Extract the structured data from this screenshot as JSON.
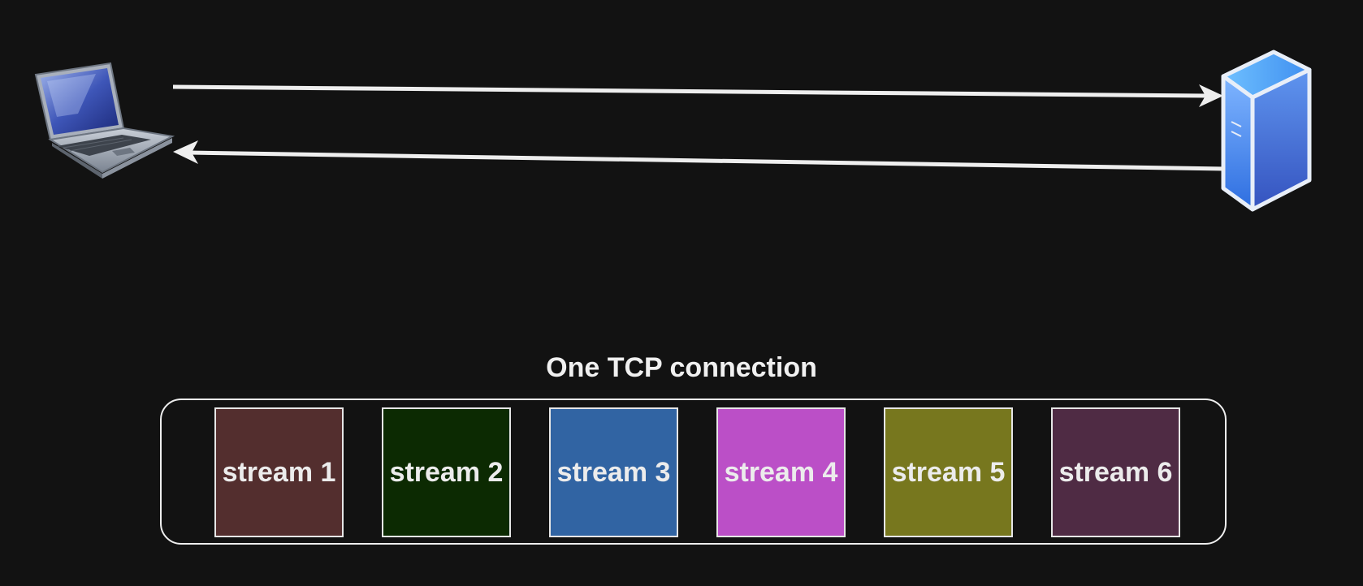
{
  "caption": "One TCP connection",
  "client": {
    "icon": "laptop-icon"
  },
  "server": {
    "icon": "server-icon"
  },
  "streams": [
    {
      "label": "stream 1",
      "color": "#532e2e"
    },
    {
      "label": "stream 2",
      "color": "#0c2a02"
    },
    {
      "label": "stream 3",
      "color": "#3164a3"
    },
    {
      "label": "stream 4",
      "color": "#bb4fc7"
    },
    {
      "label": "stream 5",
      "color": "#77771e"
    },
    {
      "label": "stream 6",
      "color": "#4f2b44"
    }
  ],
  "colors": {
    "background": "#121212",
    "line": "#eeeeee",
    "text": "#f0f0f0"
  }
}
